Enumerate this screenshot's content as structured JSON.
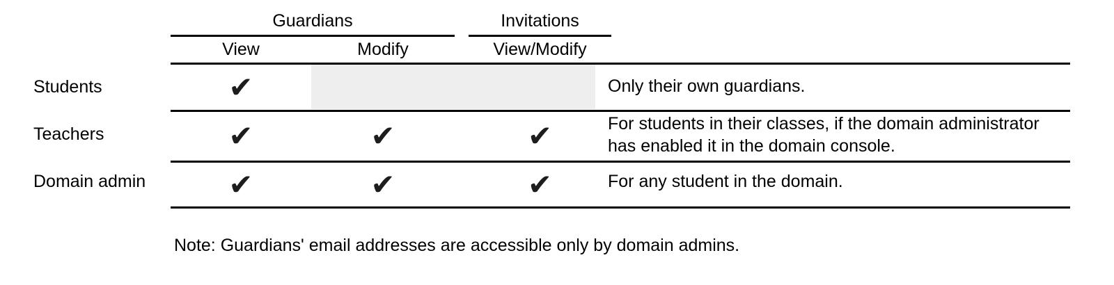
{
  "table": {
    "column_groups": [
      {
        "label": "Guardians",
        "columns": [
          "View",
          "Modify"
        ]
      },
      {
        "label": "Invitations",
        "columns": [
          "View/Modify"
        ]
      }
    ],
    "rows": [
      {
        "label": "Students",
        "guardians_view": true,
        "guardians_modify": false,
        "invitations_view_modify": false,
        "note_lines": [
          "Only their own guardians."
        ]
      },
      {
        "label": "Teachers",
        "guardians_view": true,
        "guardians_modify": true,
        "invitations_view_modify": true,
        "note_lines": [
          "For students in their classes, if the domain administrator",
          "has enabled it in the domain console."
        ]
      },
      {
        "label": "Domain admin",
        "guardians_view": true,
        "guardians_modify": true,
        "invitations_view_modify": true,
        "note_lines": [
          "For any student in the domain."
        ]
      }
    ]
  },
  "icons": {
    "check": "✔"
  },
  "colors": {
    "text": "#000000",
    "line": "#000000",
    "check": "#1d1d1d",
    "disabled_cell": "#eeeeee",
    "background": "#ffffff"
  },
  "footnote": "Note: Guardians' email addresses are accessible only by domain admins."
}
